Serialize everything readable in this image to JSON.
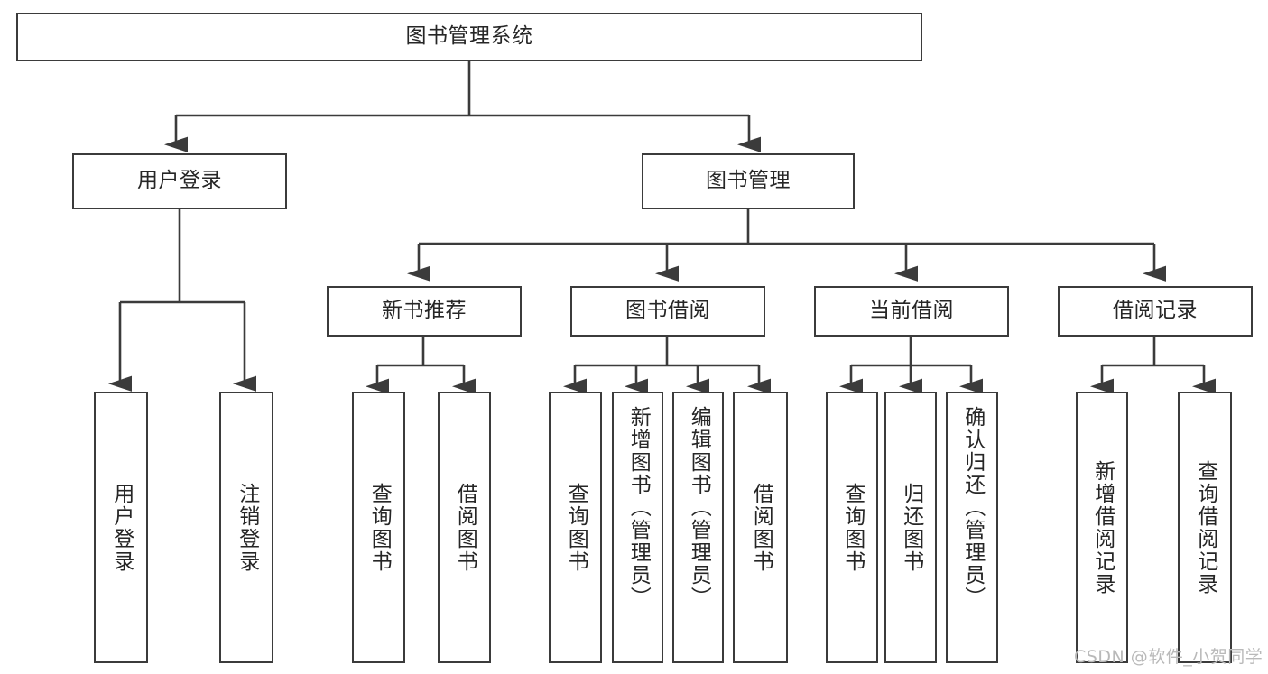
{
  "diagram": {
    "type": "tree-hierarchy-chart",
    "title": "图书管理系统",
    "colors": {
      "box_border": "#3b3b3b",
      "box_fill": "#ffffff",
      "edge": "#3b3b3b",
      "text": "#262626",
      "background": "#ffffff",
      "watermark": "#b9b9b9"
    },
    "root": {
      "label": "图书管理系统"
    },
    "level2": [
      {
        "label": "用户登录"
      },
      {
        "label": "图书管理"
      }
    ],
    "level3": [
      {
        "label": "新书推荐"
      },
      {
        "label": "图书借阅"
      },
      {
        "label": "当前借阅"
      },
      {
        "label": "借阅记录"
      }
    ],
    "leaves": {
      "user_login": [
        {
          "label": "用户登录"
        },
        {
          "label": "注销登录"
        }
      ],
      "new_book_recommend": [
        {
          "label": "查询图书"
        },
        {
          "label": "借阅图书"
        }
      ],
      "book_borrow": [
        {
          "label": "查询图书"
        },
        {
          "label": "新增图书（管理员）"
        },
        {
          "label": "编辑图书（管理员）"
        },
        {
          "label": "借阅图书"
        }
      ],
      "current_borrow": [
        {
          "label": "查询图书"
        },
        {
          "label": "归还图书"
        },
        {
          "label": "确认归还（管理员）"
        }
      ],
      "borrow_record": [
        {
          "label": "新增借阅记录"
        },
        {
          "label": "查询借阅记录"
        }
      ]
    }
  },
  "watermark": {
    "text": "CSDN @软件_小贺同学"
  }
}
